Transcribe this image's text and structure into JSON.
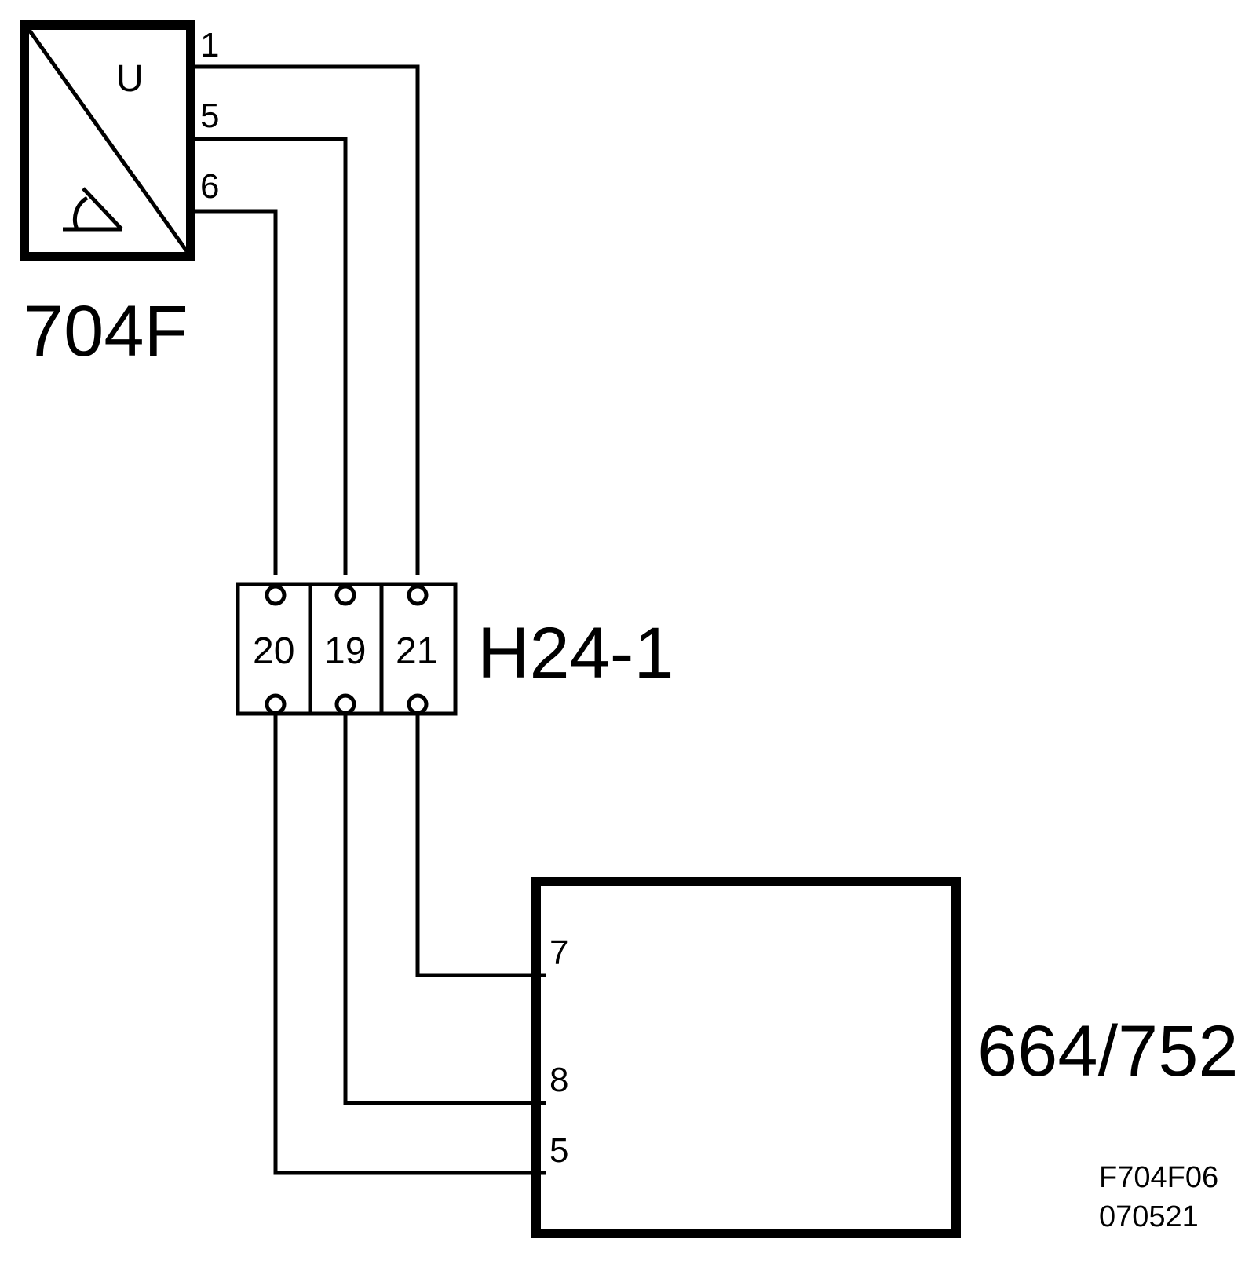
{
  "sensor": {
    "name": "704F",
    "symbol": "U",
    "pins": [
      "1",
      "5",
      "6"
    ]
  },
  "connector": {
    "name": "H24-1",
    "terminals": [
      "20",
      "19",
      "21"
    ]
  },
  "module": {
    "name": "664/752",
    "pins": [
      "7",
      "8",
      "5"
    ]
  },
  "drawing_ref": {
    "code": "F704F06",
    "date": "070521"
  }
}
